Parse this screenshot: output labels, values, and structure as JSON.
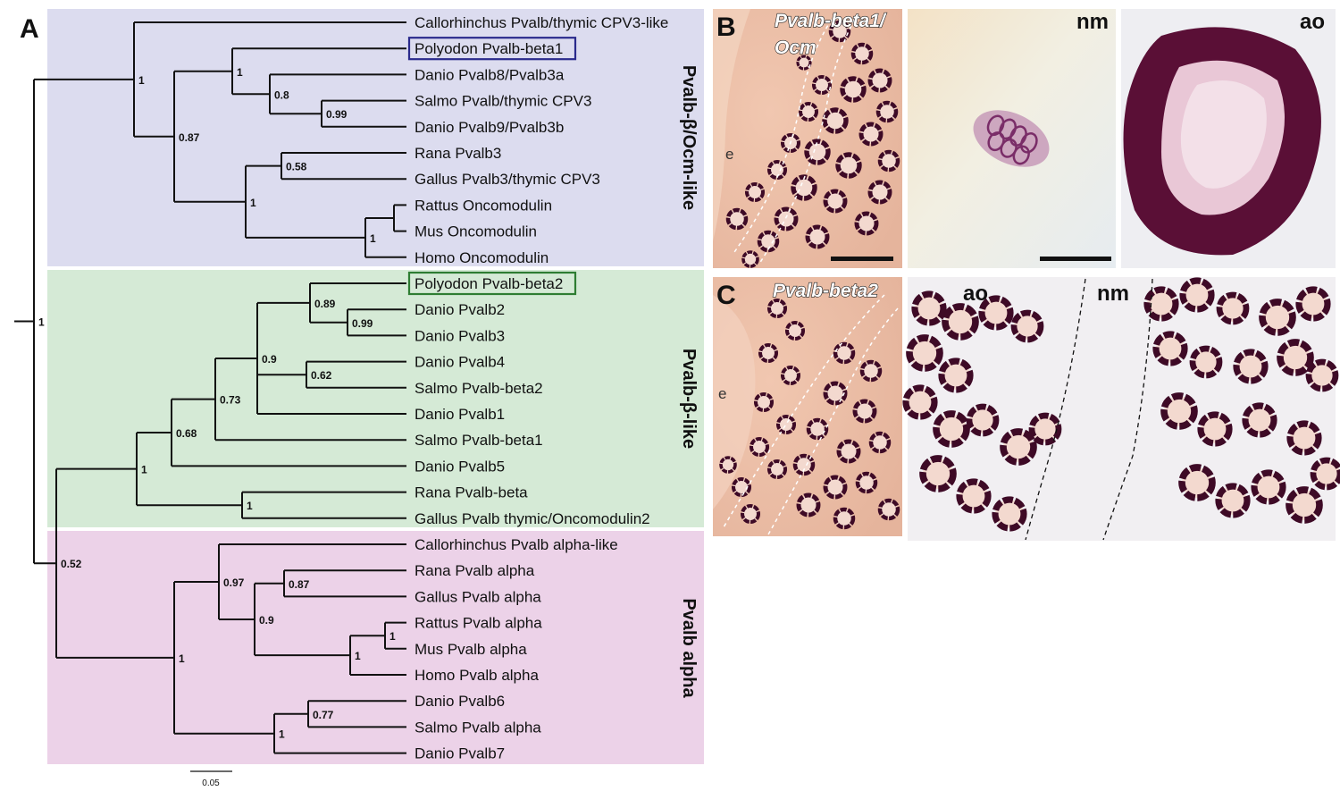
{
  "panel_a": {
    "letter": "A",
    "clades": [
      {
        "id": "ocm",
        "title": "Pvalb-β/Ocm-like",
        "color": "#dcdcef"
      },
      {
        "id": "beta",
        "title": "Pvalb-β-like",
        "color": "#d5ead6"
      },
      {
        "id": "alpha",
        "title": "Pvalb alpha",
        "color": "#ecd2e8"
      }
    ],
    "leaves": [
      "Callorhinchus Pvalb/thymic CPV3-like",
      "Polyodon Pvalb-beta1",
      "Danio Pvalb8/Pvalb3a",
      "Salmo Pvalb/thymic CPV3",
      "Danio Pvalb9/Pvalb3b",
      "Rana Pvalb3",
      "Gallus Pvalb3/thymic CPV3",
      "Rattus Oncomodulin",
      "Mus Oncomodulin",
      "Homo Oncomodulin",
      "Polyodon Pvalb-beta2",
      "Danio Pvalb2",
      "Danio Pvalb3",
      "Danio Pvalb4",
      "Salmo Pvalb-beta2",
      "Danio Pvalb1",
      "Salmo Pvalb-beta1",
      "Danio Pvalb5",
      "Rana Pvalb-beta",
      "Gallus Pvalb thymic/Oncomodulin2",
      "Callorhinchus Pvalb alpha-like",
      "Rana Pvalb alpha",
      "Gallus Pvalb alpha",
      "Rattus Pvalb alpha",
      "Mus Pvalb alpha",
      "Homo Pvalb alpha",
      "Danio Pvalb6",
      "Salmo Pvalb alpha",
      "Danio Pvalb7"
    ],
    "boxed": [
      {
        "leaf": "Polyodon Pvalb-beta1",
        "color": "#2a2a8c"
      },
      {
        "leaf": "Polyodon Pvalb-beta2",
        "color": "#2e7d32"
      }
    ],
    "supports": [
      "1",
      "1",
      "0.87",
      "1",
      "0.99",
      "0.8",
      "0.58",
      "1",
      "1",
      "1",
      "0.52",
      "1",
      "0.68",
      "0.73",
      "0.9",
      "0.89",
      "0.99",
      "0.62",
      "1",
      "1",
      "0.97",
      "0.9",
      "0.87",
      "1",
      "1",
      "0.77",
      "1"
    ],
    "scale_bar": "0.05"
  },
  "panel_b": {
    "letter": "B",
    "label": "Pvalb-beta1/\nOcm",
    "label_line1": "Pvalb-beta1/",
    "label_line2": "Ocm",
    "e_label": "e",
    "nm_label": "nm",
    "ao_label": "ao"
  },
  "panel_c": {
    "letter": "C",
    "label": "Pvalb-beta2",
    "e_label": "e",
    "ao_label": "ao",
    "nm_label": "nm"
  }
}
